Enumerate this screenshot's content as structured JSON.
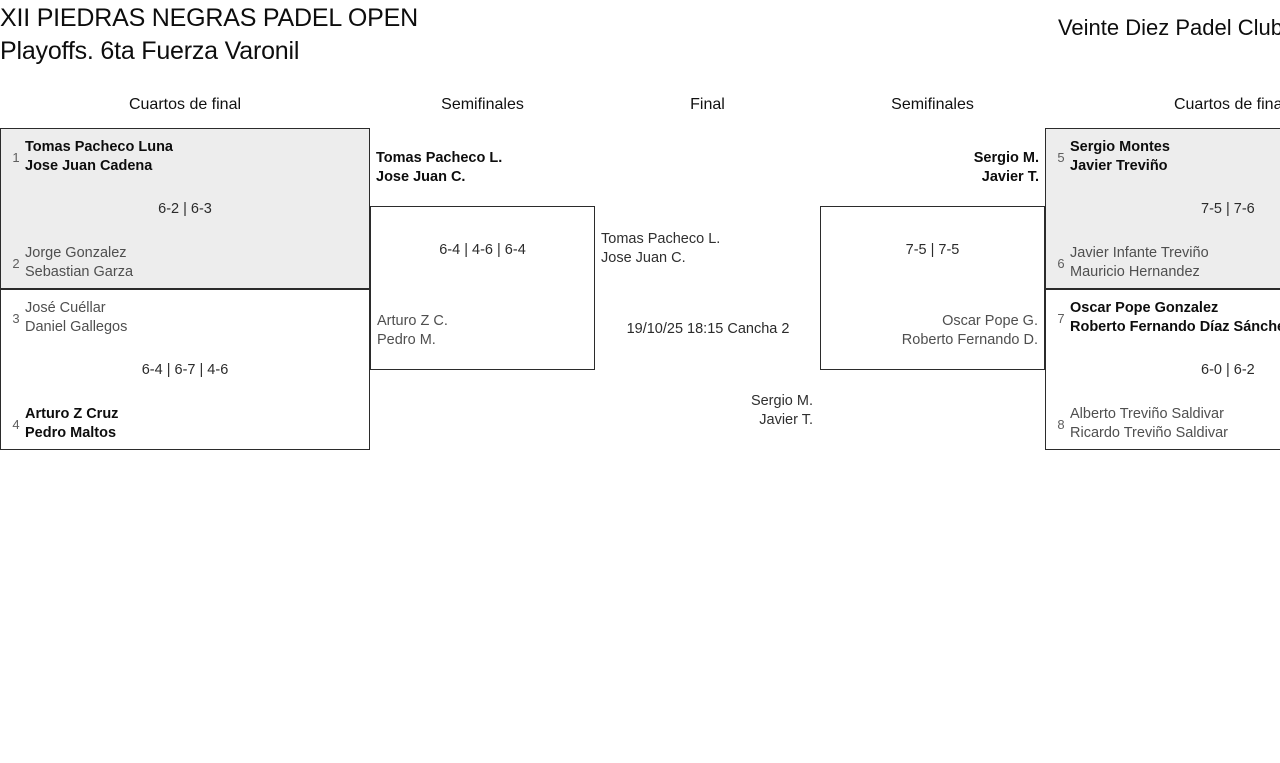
{
  "header": {
    "title_line1": "XII PIEDRAS NEGRAS PADEL OPEN",
    "title_line2": "Playoffs. 6ta Fuerza Varonil",
    "club": "Veinte Diez Padel Club"
  },
  "round_headers": {
    "qf_left": "Cuartos de final",
    "sf_left": "Semifinales",
    "final": "Final",
    "sf_right": "Semifinales",
    "qf_right": "Cuartos de final"
  },
  "bracket": {
    "qf_left": [
      {
        "top": {
          "seed": "1",
          "player1": "Tomas Pacheco Luna",
          "player2": "Jose Juan Cadena",
          "result": "winner"
        },
        "bottom": {
          "seed": "2",
          "player1": "Jorge Gonzalez",
          "player2": "Sebastian Garza",
          "result": "loser"
        },
        "score": "6-2 | 6-3"
      },
      {
        "top": {
          "seed": "3",
          "player1": "José Cuéllar",
          "player2": "Daniel Gallegos",
          "result": "loser"
        },
        "bottom": {
          "seed": "4",
          "player1": "Arturo Z Cruz",
          "player2": "Pedro Maltos",
          "result": "winner"
        },
        "score": "6-4 | 6-7 | 4-6"
      }
    ],
    "sf_left": {
      "top": {
        "player1": "Tomas Pacheco L.",
        "player2": "Jose Juan C.",
        "result": "winner"
      },
      "bottom": {
        "player1": "Arturo Z C.",
        "player2": "Pedro M.",
        "result": "loser"
      },
      "score": "6-4 | 4-6 | 6-4"
    },
    "final": {
      "top": {
        "player1": "Tomas Pacheco L.",
        "player2": "Jose Juan C.",
        "result": "pending"
      },
      "bottom": {
        "player1": "Sergio M.",
        "player2": "Javier T.",
        "result": "pending"
      },
      "schedule": "19/10/25 18:15 Cancha 2"
    },
    "sf_right": {
      "top": {
        "player1": "Sergio M.",
        "player2": "Javier T.",
        "result": "winner"
      },
      "bottom": {
        "player1": "Oscar Pope G.",
        "player2": "Roberto Fernando D.",
        "result": "loser"
      },
      "score": "7-5 | 7-5"
    },
    "qf_right": [
      {
        "top": {
          "seed": "5",
          "player1": "Sergio Montes",
          "player2": "Javier Treviño",
          "result": "winner"
        },
        "bottom": {
          "seed": "6",
          "player1": "Javier Infante Treviño",
          "player2": "Mauricio Hernandez",
          "result": "loser"
        },
        "score": "7-5 | 7-6"
      },
      {
        "top": {
          "seed": "7",
          "player1": "Oscar Pope Gonzalez",
          "player2": "Roberto Fernando Díaz Sánchez",
          "result": "winner"
        },
        "bottom": {
          "seed": "8",
          "player1": "Alberto Treviño Saldivar",
          "player2": "Ricardo Treviño Saldivar",
          "result": "loser"
        },
        "score": "6-0 | 6-2"
      }
    ]
  }
}
